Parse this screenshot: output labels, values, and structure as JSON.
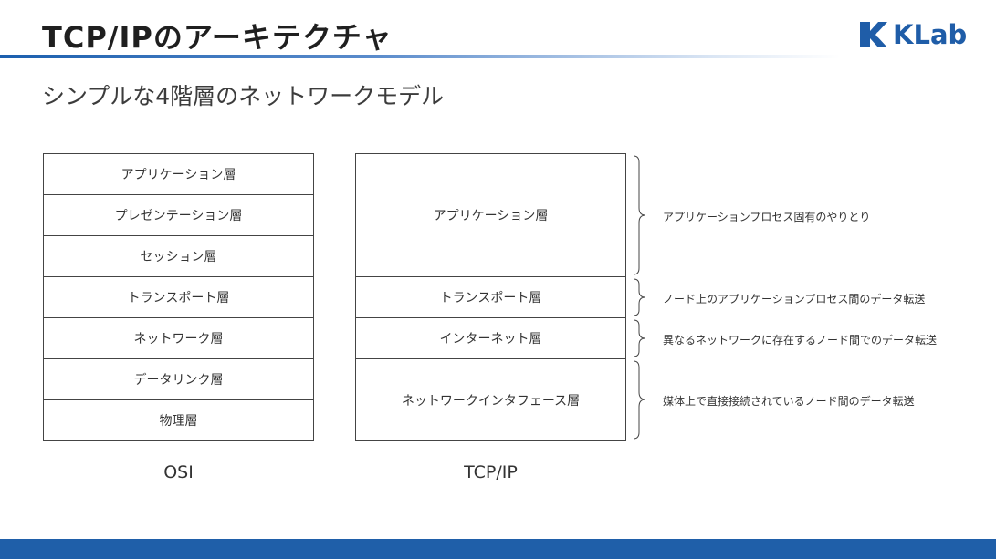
{
  "header": {
    "title": "TCP/IPのアーキテクチャ",
    "logo_text": "KLab",
    "brand_color": "#1f5fa9"
  },
  "subtitle": "シンプルな4階層のネットワークモデル",
  "osi": {
    "caption": "OSI",
    "layers": [
      "アプリケーション層",
      "プレゼンテーション層",
      "セッション層",
      "トランスポート層",
      "ネットワーク層",
      "データリンク層",
      "物理層"
    ]
  },
  "tcpip": {
    "caption": "TCP/IP",
    "layers": [
      "アプリケーション層",
      "トランスポート層",
      "インターネット層",
      "ネットワークインタフェース層"
    ],
    "descriptions": [
      "アプリケーションプロセス固有のやりとり",
      "ノード上のアプリケーションプロセス間のデータ転送",
      "異なるネットワークに存在するノード間でのデータ転送",
      "媒体上で直接接続されているノード間のデータ転送"
    ]
  }
}
